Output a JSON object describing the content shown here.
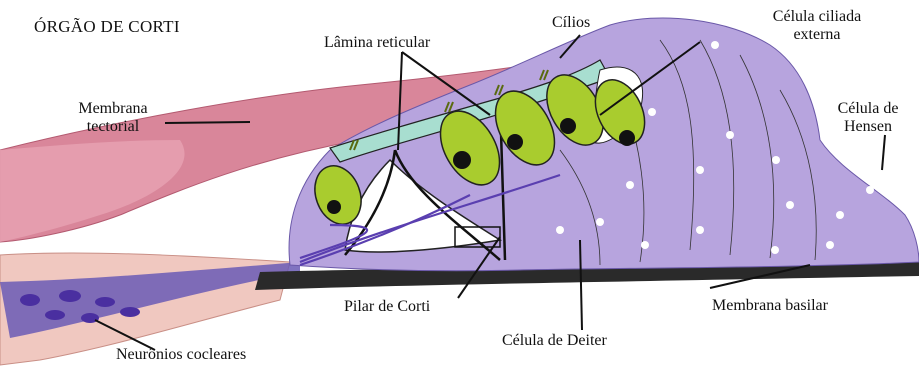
{
  "diagram": {
    "title": "ÓRGÃO DE CORTI",
    "labels": {
      "cilios": "Cílios",
      "celula_ciliada_externa_1": "Célula ciliada",
      "celula_ciliada_externa_2": "externa",
      "lamina_reticular": "Lâmina reticular",
      "membrana_tectorial_1": "Membrana",
      "membrana_tectorial_2": "tectorial",
      "celula_hensen_1": "Célula de",
      "celula_hensen_2": "Hensen",
      "pilar_corti": "Pilar de Corti",
      "membrana_basilar": "Membrana basilar",
      "celula_deiter": "Célula de Deiter",
      "neuronios_cocleares": "Neurônios cocleares"
    },
    "colors": {
      "tectorial": "#d9869a",
      "organ": "#b7a4de",
      "hair_cell": "#a9cc2e",
      "nucleus": "#111111",
      "reticular": "#a8ded0",
      "nerve": "#5a3fb0",
      "tissue": "#f0c8c0"
    }
  }
}
